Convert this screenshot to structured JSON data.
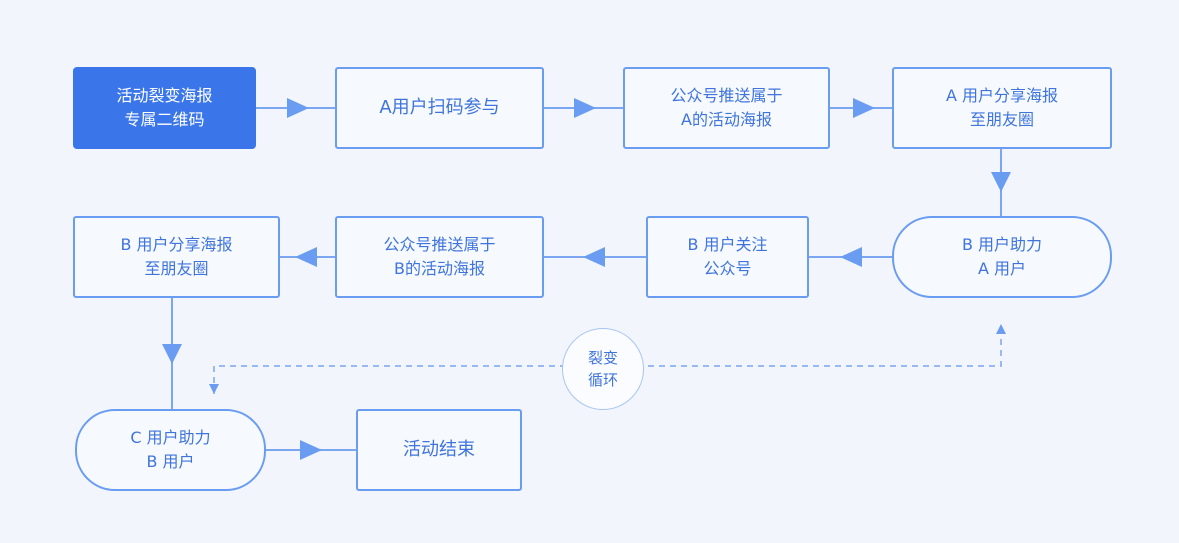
{
  "diagram": {
    "nodes": {
      "poster_qr": "活动裂变海报\n专属二维码",
      "a_scan": "A用户扫码参与",
      "push_a": "公众号推送属于\nA的活动海报",
      "a_share": "A 用户分享海报\n至朋友圈",
      "b_help_a": "B 用户助力\nA 用户",
      "b_follow": "B 用户关注\n公众号",
      "push_b": "公众号推送属于\nB的活动海报",
      "b_share": "B 用户分享海报\n至朋友圈",
      "c_help_b": "C 用户助力\nB 用户",
      "end": "活动结束"
    },
    "loop_label": "裂变\n循环"
  },
  "colors": {
    "background": "#f2f6fc",
    "accent": "#3a76ea",
    "border": "#6a9cf1",
    "text": "#3f74dd",
    "connector": "#7aa6f2"
  }
}
